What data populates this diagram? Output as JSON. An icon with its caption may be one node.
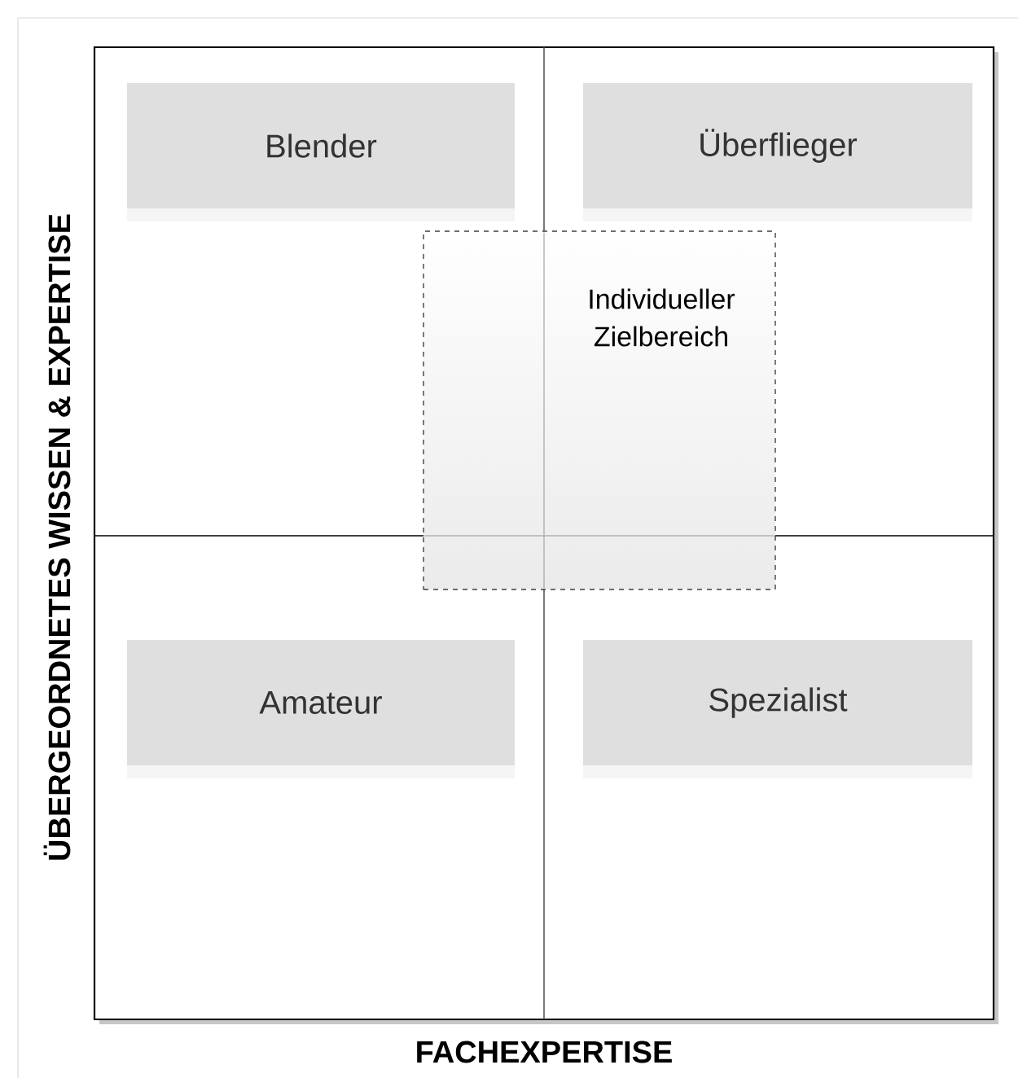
{
  "diagram": {
    "nodes": [
      {
        "text": [
          "Blender"
        ]
      },
      {
        "text": [
          "Überflieger"
        ]
      },
      {
        "text": [
          "Individueller Zielbereich"
        ]
      },
      {
        "text": [
          "Amateur"
        ]
      },
      {
        "text": [
          "Spezialist"
        ]
      }
    ],
    "labels": [
      "ÜBERGEORDNETES WISSEN & EXPERTISE",
      "FACHEXPERTISE"
    ]
  }
}
